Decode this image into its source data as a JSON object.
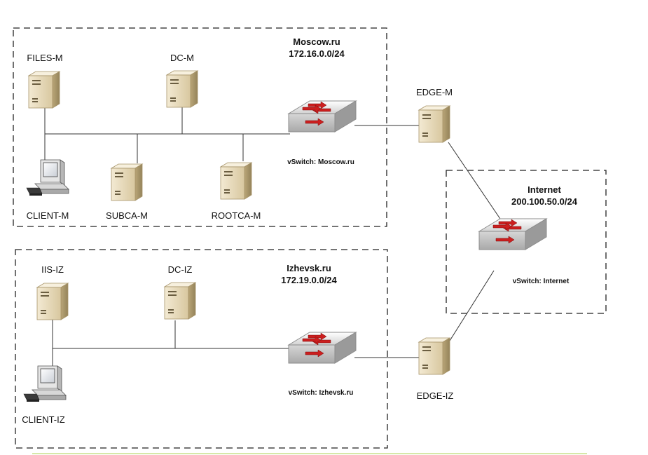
{
  "zones": {
    "moscow": {
      "name": "Moscow.ru",
      "subnet": "172.16.0.0/24"
    },
    "izhevsk": {
      "name": "Izhevsk.ru",
      "subnet": "172.19.0.0/24"
    },
    "internet": {
      "name": "Internet",
      "subnet": "200.100.50.0/24"
    }
  },
  "switches": {
    "moscow": "vSwitch: Moscow.ru",
    "izhevsk": "vSwitch: Izhevsk.ru",
    "internet": "vSwitch: Internet"
  },
  "nodes": {
    "files_m": "FILES-M",
    "dc_m": "DC-M",
    "client_m": "CLIENT-M",
    "subca_m": "SUBCA-M",
    "rootca_m": "ROOTCA-M",
    "edge_m": "EDGE-M",
    "iis_iz": "IIS-IZ",
    "dc_iz": "DC-IZ",
    "client_iz": "CLIENT-IZ",
    "edge_iz": "EDGE-IZ"
  },
  "colors": {
    "server_face": "#e2d5b3",
    "server_side": "#b8a57a",
    "switch_body": "#d9d9d9",
    "switch_arrow": "#cc1f1f",
    "line": "#333333",
    "bottom_rule": "#d6e8a8"
  }
}
